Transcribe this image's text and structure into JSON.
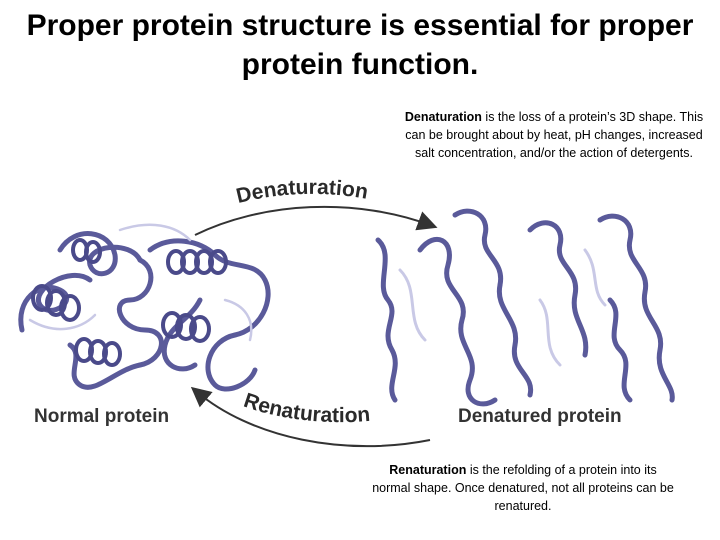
{
  "title": "Proper protein structure is essential for proper protein function.",
  "denaturation_note": {
    "term": "Denaturation",
    "text": " is the loss of a protein’s 3D shape.  This can be brought about by heat, pH changes, increased salt concentration, and/or the action of detergents."
  },
  "renaturation_note": {
    "term": "Renaturation",
    "text": " is the refolding of a protein into its normal shape.  Once denatured, not all proteins can be renatured."
  },
  "labels": {
    "normal": "Normal protein",
    "denatured": "Denatured protein"
  },
  "arrows": {
    "top": "Denaturation",
    "bottom": "Renaturation"
  },
  "colors": {
    "ribbon": "#5a5a9a",
    "ribbon_light": "#c9c9e6",
    "arrow": "#333333"
  }
}
